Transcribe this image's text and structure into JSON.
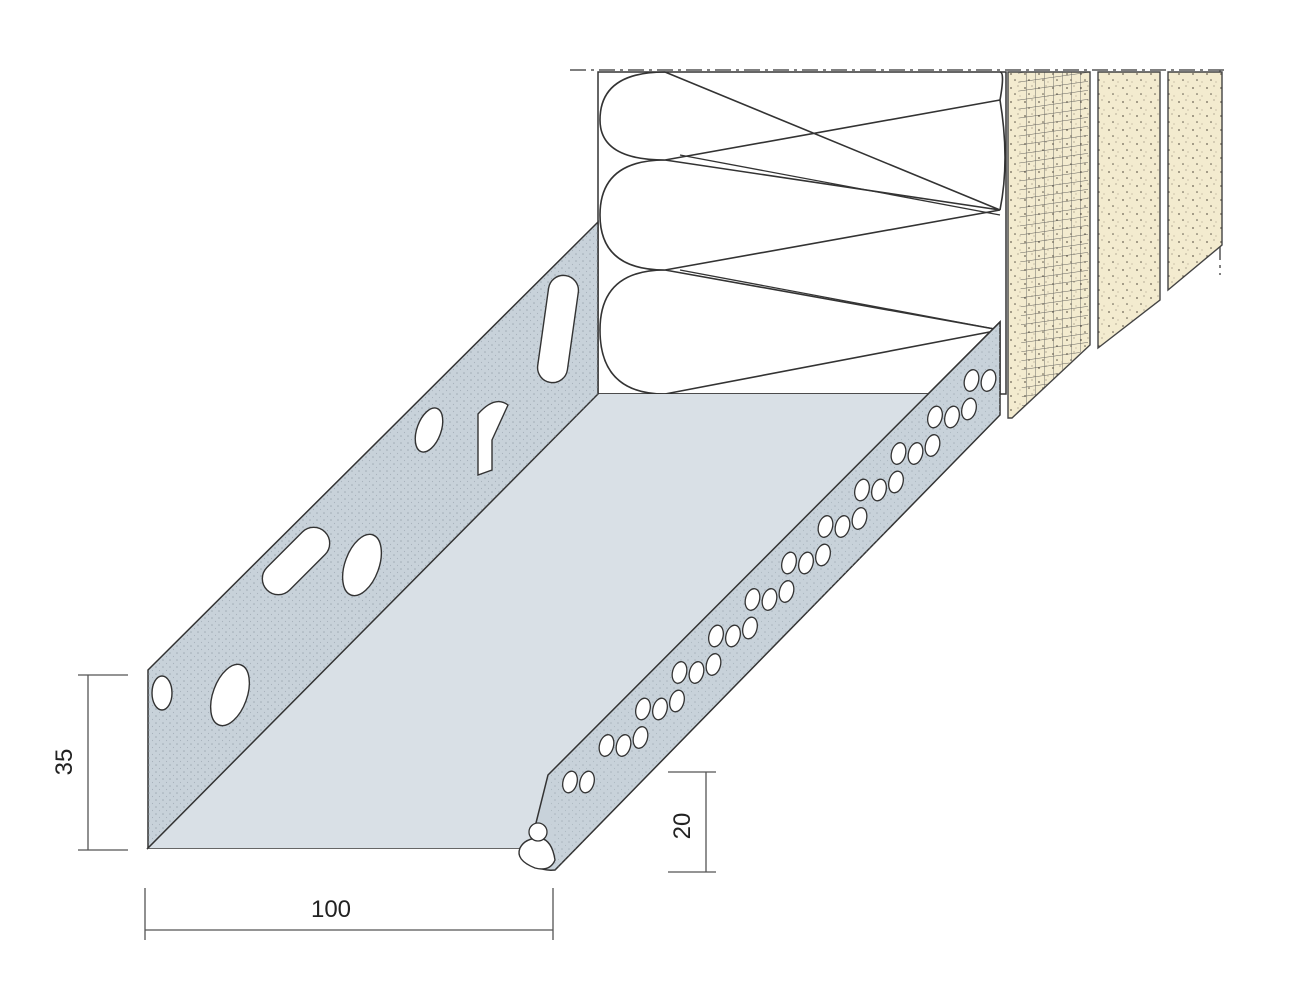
{
  "dimensions": {
    "height_back": "35",
    "height_front": "20",
    "width": "100"
  },
  "colors": {
    "metal_light": "#dfe5ea",
    "metal_dark": "#c4ced6",
    "metal_base": "#d5dde3",
    "insulation": "#ffffff",
    "plaster": "#f3ebcf",
    "mesh": "#555555",
    "line": "#333333"
  },
  "icons": {
    "dimension_marker": "dimension-tick"
  }
}
